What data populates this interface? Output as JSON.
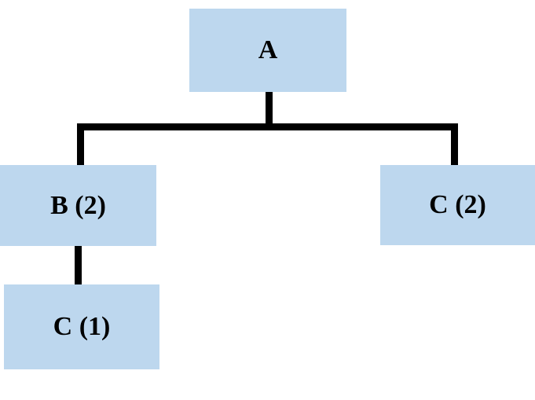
{
  "diagram": {
    "title": "Tree hierarchy diagram",
    "type": "tree",
    "background_color": "#ffffff",
    "node_fill_color": "#bdd7ee",
    "edge_color": "#000000",
    "text_color": "#000000",
    "nodes": [
      {
        "id": "a",
        "label": "A",
        "level": 0
      },
      {
        "id": "b2",
        "label": "B (2)",
        "level": 1
      },
      {
        "id": "c2",
        "label": "C (2)",
        "level": 1
      },
      {
        "id": "c1",
        "label": "C (1)",
        "level": 2
      }
    ],
    "edges": [
      {
        "from": "a",
        "to": "b2"
      },
      {
        "from": "a",
        "to": "c2"
      },
      {
        "from": "b2",
        "to": "c1"
      }
    ]
  }
}
